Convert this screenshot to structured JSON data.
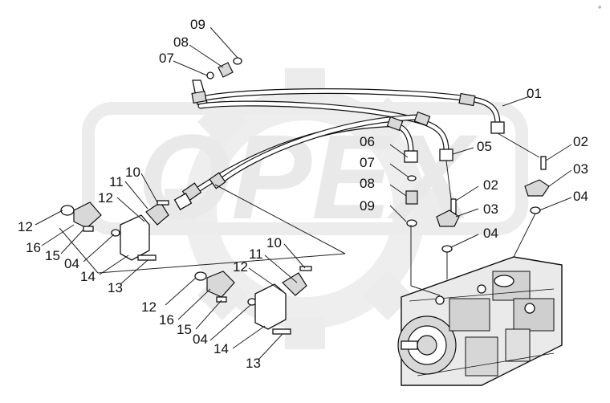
{
  "watermark": "OPEX",
  "corner_mark": "∘",
  "callouts": {
    "c09_top": "09",
    "c08_top": "08",
    "c07_top": "07",
    "c01": "01",
    "c06": "06",
    "c07_mid": "07",
    "c08_mid": "08",
    "c09_mid": "09",
    "c05": "05",
    "c02_right": "02",
    "c03_right": "03",
    "c04_right": "04",
    "c02_mid": "02",
    "c03_mid": "03",
    "c04_mid": "04",
    "c11_up": "11",
    "c10_up": "10",
    "c12_up_a": "12",
    "c12_up_b": "12",
    "c16_up": "16",
    "c15_up": "15",
    "c04_up": "04",
    "c14_up": "14",
    "c13_up": "13",
    "c10_lo": "10",
    "c11_lo": "11",
    "c12_lo_a": "12",
    "c12_lo_b": "12",
    "c16_lo": "16",
    "c15_lo": "15",
    "c04_lo": "04",
    "c14_lo": "14",
    "c13_lo": "13"
  }
}
